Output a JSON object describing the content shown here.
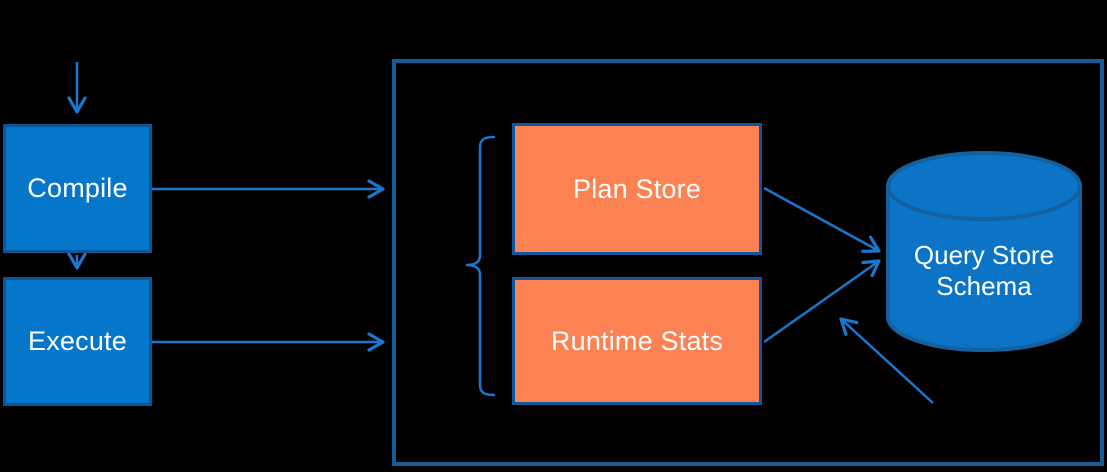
{
  "diagram": {
    "nodes": {
      "compile": {
        "label": "Compile"
      },
      "execute": {
        "label": "Execute"
      },
      "plan_store": {
        "label": "Plan Store"
      },
      "runtime_stats": {
        "label": "Runtime Stats"
      },
      "query_store_schema": {
        "label_line1": "Query Store",
        "label_line2": "Schema"
      }
    },
    "connectors": [
      {
        "id": "entry-to-compile",
        "from": "entry",
        "to": "compile"
      },
      {
        "id": "compile-to-execute",
        "from": "compile",
        "to": "execute"
      },
      {
        "id": "compile-to-container",
        "from": "compile",
        "to": "query-store-container"
      },
      {
        "id": "execute-to-container",
        "from": "execute",
        "to": "query-store-container"
      },
      {
        "id": "plan-store-to-schema",
        "from": "plan_store",
        "to": "query_store_schema"
      },
      {
        "id": "runtime-stats-to-schema",
        "from": "runtime_stats",
        "to": "query_store_schema"
      },
      {
        "id": "async-write-to-schema",
        "from": "lower-right",
        "to": "query_store_schema"
      }
    ],
    "colors": {
      "background": "#000000",
      "process_fill": "#0576CA",
      "process_border": "#0B5796",
      "store_fill": "#FC8153",
      "store_border": "#0E579C",
      "container_border": "#155C99",
      "arrow": "#1B77CE",
      "cylinder_fill": "#0B74C7",
      "cylinder_border": "#15609F",
      "text": "#FFFFFF"
    }
  }
}
